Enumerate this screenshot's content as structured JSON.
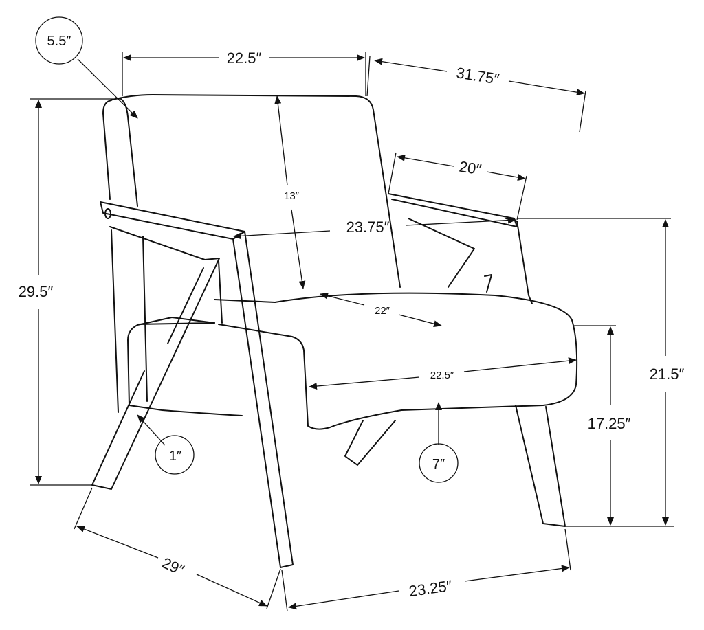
{
  "dimensions": {
    "back_thickness": "5.5″",
    "back_width": "22.5″",
    "overall_width": "31.75″",
    "arm_length": "20″",
    "back_height": "13″",
    "inner_width": "23.75″",
    "overall_height": "29.5″",
    "seat_depth": "22″",
    "seat_width": "22.5″",
    "arm_height": "21.5″",
    "seat_height": "17.25″",
    "frame_thickness": "1″",
    "seat_thickness": "7″",
    "overall_depth": "29″",
    "leg_span": "23.25″"
  }
}
